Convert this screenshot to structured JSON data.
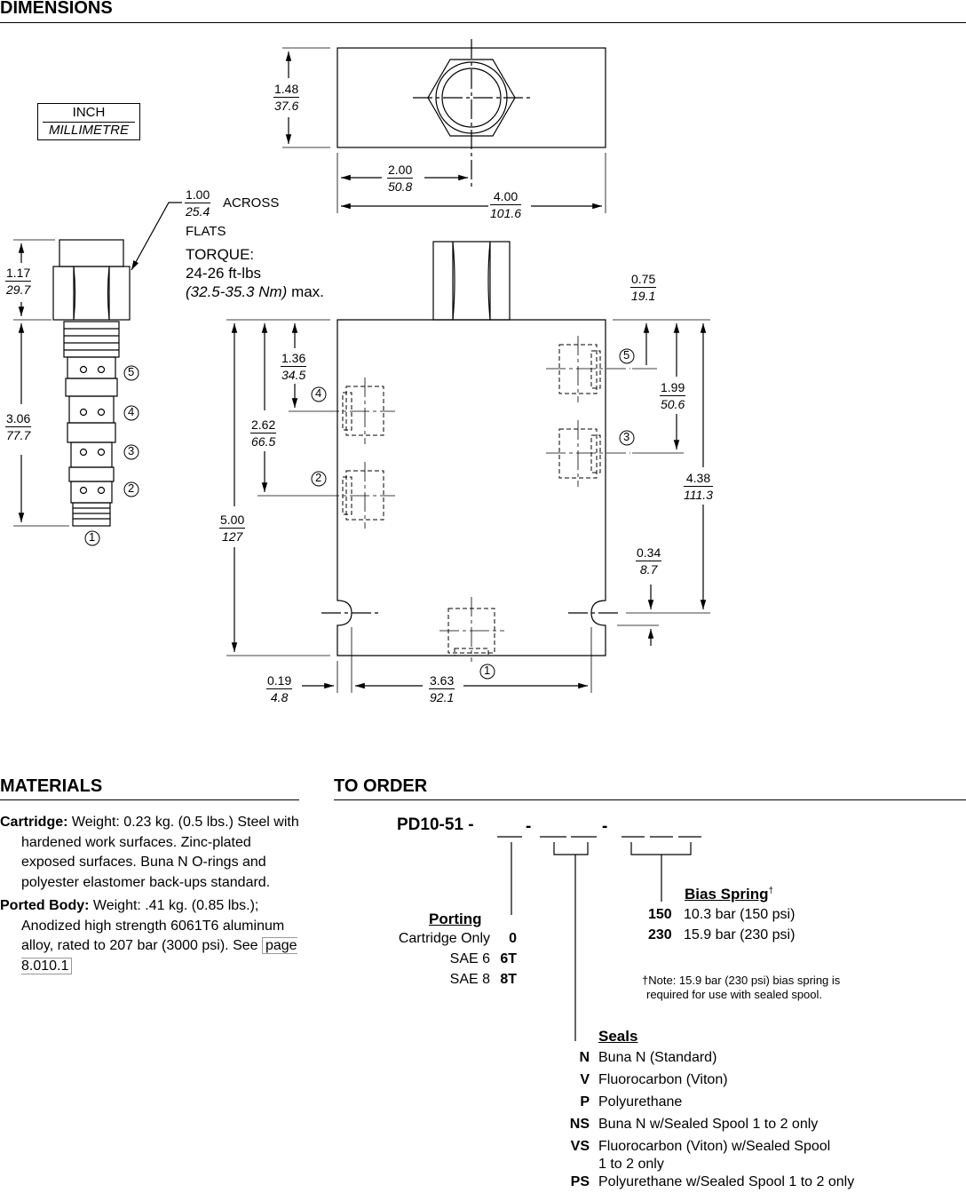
{
  "sections": {
    "dimensions": "DIMENSIONS",
    "materials": "MATERIALS",
    "to_order": "TO ORDER"
  },
  "units_legend": {
    "top": "INCH",
    "bottom": "MILLIMETRE"
  },
  "dims": {
    "h148": [
      "1.48",
      "37.6"
    ],
    "w200": [
      "2.00",
      "50.8"
    ],
    "w400": [
      "4.00",
      "101.6"
    ],
    "af100": [
      "1.00",
      "25.4"
    ],
    "c117": [
      "1.17",
      "29.7"
    ],
    "c306": [
      "3.06",
      "77.7"
    ],
    "p075": [
      "0.75",
      "19.1"
    ],
    "p136": [
      "1.36",
      "34.5"
    ],
    "p199": [
      "1.99",
      "50.6"
    ],
    "p262": [
      "2.62",
      "66.5"
    ],
    "p438": [
      "4.38",
      "111.3"
    ],
    "p500": [
      "5.00",
      "127"
    ],
    "p034": [
      "0.34",
      "8.7"
    ],
    "p019": [
      "0.19",
      "4.8"
    ],
    "p363": [
      "3.63",
      "92.1"
    ]
  },
  "across_label": "ACROSS",
  "flats_label": "FLATS",
  "torque": {
    "label": "TORQUE:",
    "value": "24-26 ft-lbs",
    "metric": "(32.5-35.3 Nm)",
    "suffix": "max."
  },
  "ports": [
    "1",
    "2",
    "3",
    "4",
    "5"
  ],
  "materials": {
    "cartridge_label": "Cartridge:",
    "cartridge_text": "Weight: 0.23 kg. (0.5 lbs.) Steel with hardened work surfaces. Zinc-plated exposed surfaces. Buna N O-rings and polyester elastomer back-ups standard.",
    "body_label": "Ported Body:",
    "body_text": "Weight: .41 kg. (0.85 lbs.); Anodized high strength 6061T6 aluminum alloy, rated to 207 bar (3000 psi). See",
    "body_link": "page 8.010.1"
  },
  "order": {
    "model": "PD10-51 -",
    "porting": {
      "title": "Porting",
      "options": [
        {
          "label": "Cartridge Only",
          "code": "0"
        },
        {
          "label": "SAE 6",
          "code": "6T"
        },
        {
          "label": "SAE 8",
          "code": "8T"
        }
      ]
    },
    "bias_spring": {
      "title": "Bias Spring",
      "dagger": "†",
      "options": [
        {
          "code": "150",
          "label": "10.3 bar (150 psi)"
        },
        {
          "code": "230",
          "label": "15.9 bar (230 psi)"
        }
      ]
    },
    "note_line1": "†Note: 15.9 bar (230 psi) bias spring is",
    "note_line2": "required for use with sealed spool.",
    "seals": {
      "title": "Seals",
      "options": [
        {
          "code": "N",
          "label": "Buna N (Standard)"
        },
        {
          "code": "V",
          "label": "Fluorocarbon (Viton)"
        },
        {
          "code": "P",
          "label": "Polyurethane"
        },
        {
          "code": "NS",
          "label": "Buna N w/Sealed Spool 1 to 2 only"
        },
        {
          "code": "VS",
          "label": "Fluorocarbon (Viton) w/Sealed Spool"
        },
        {
          "code": "",
          "label": "1 to 2 only"
        },
        {
          "code": "PS",
          "label": "Polyurethane w/Sealed Spool 1 to 2 only"
        }
      ]
    }
  }
}
